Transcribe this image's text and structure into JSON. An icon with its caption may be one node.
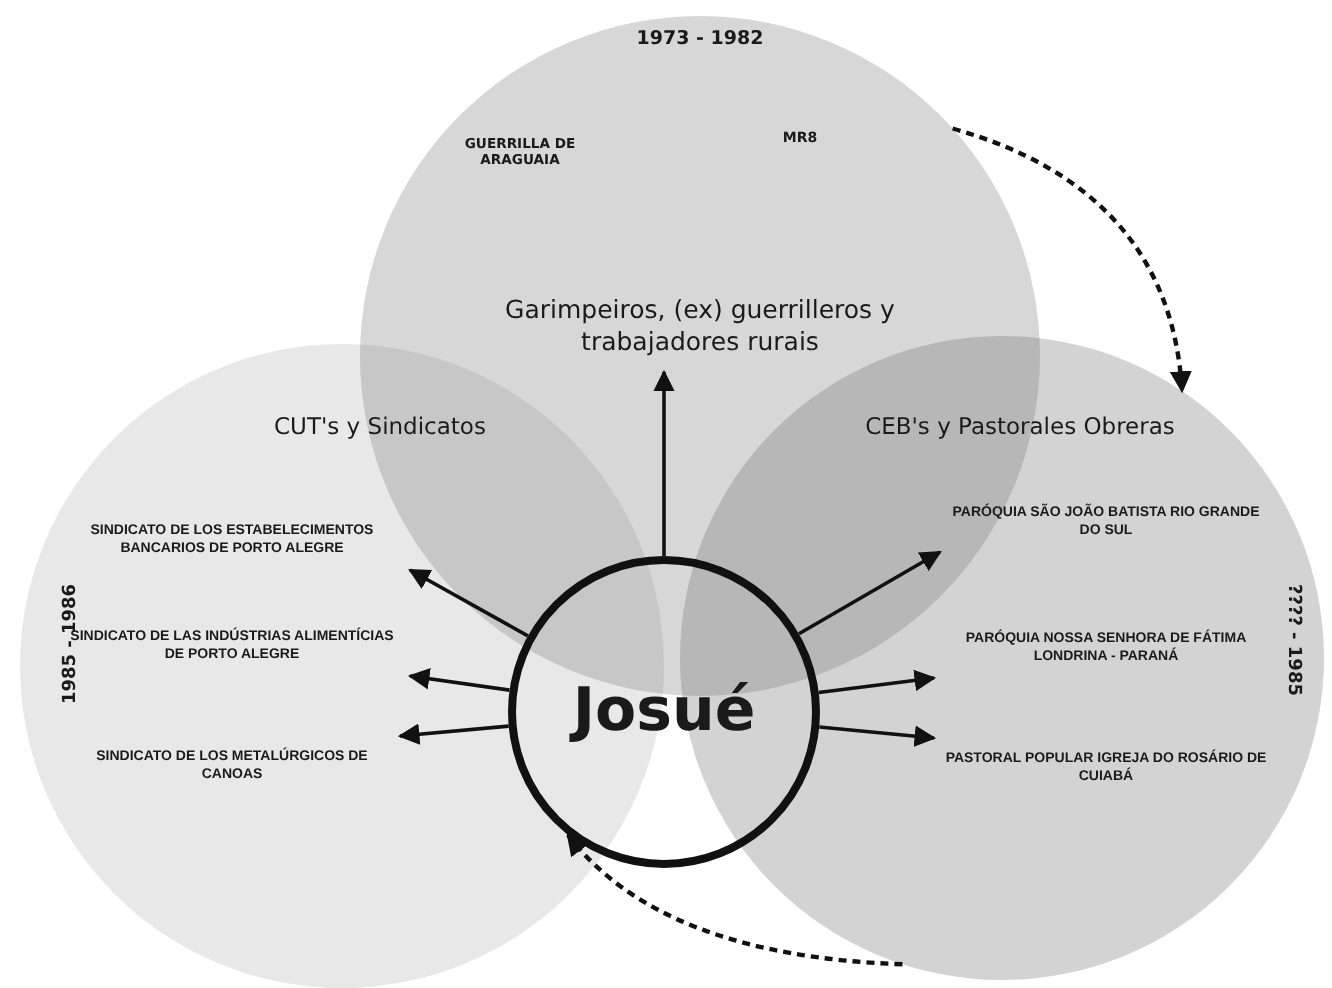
{
  "diagram": {
    "nodes": [
      {
        "text": [
          "1973 - 1982",
          "GUERRILLA DE ARAGUAIA",
          "MR8"
        ]
      },
      {
        "text": [
          "CUT's y Sindicatos",
          "1985 - 1986"
        ]
      },
      {
        "text": [
          "CEB's y Pastorales Obreras",
          "???? - 1985"
        ]
      },
      {
        "text": [
          "Josué"
        ]
      },
      {
        "text": [
          "Garimpeiros, (ex) guerrilleros y trabajadores rurais"
        ],
        "in": 0
      },
      {
        "text": [
          "SINDICATO DE LOS ESTABELECIMENTOS BANCARIOS DE PORTO ALEGRE"
        ],
        "in": 1
      },
      {
        "text": [
          "SINDICATO DE LAS INDÚSTRIAS ALIMENTÍCIAS DE PORTO ALEGRE"
        ],
        "in": 1
      },
      {
        "text": [
          "SINDICATO DE LOS METALÚRGICOS DE CANOAS"
        ],
        "in": 1
      },
      {
        "text": [
          "PARÓQUIA SÃO JOÃO BATISTA RIO GRANDE DO SUL"
        ],
        "in": 2
      },
      {
        "text": [
          "PARÓQUIA NOSSA SENHORA DE FÁTIMA LONDRINA - PARANÁ"
        ],
        "in": 2
      },
      {
        "text": [
          "PASTORAL POPULAR IGREJA DO ROSÁRIO DE CUIABÁ"
        ],
        "in": 2
      }
    ],
    "edges": [
      {
        "from": 3,
        "to": 4,
        "arrow": "to"
      },
      {
        "from": 3,
        "to": 5,
        "arrow": "to"
      },
      {
        "from": 3,
        "to": 6,
        "arrow": "to"
      },
      {
        "from": 3,
        "to": 7,
        "arrow": "to"
      },
      {
        "from": 3,
        "to": 8,
        "arrow": "to"
      },
      {
        "from": 3,
        "to": 9,
        "arrow": "to"
      },
      {
        "from": 3,
        "to": 10,
        "arrow": "to"
      },
      {
        "from": 0,
        "to": 2,
        "arrow": "to",
        "style": "dashed"
      },
      {
        "from": 2,
        "to": 3,
        "arrow": "to",
        "style": "dashed"
      }
    ]
  }
}
